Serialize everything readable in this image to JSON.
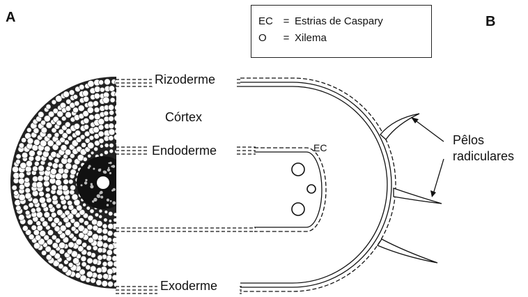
{
  "panels": {
    "a": "A",
    "b": "B"
  },
  "legend": {
    "rows": [
      {
        "abbr": "EC",
        "eq": "=",
        "text": "Estrias de Caspary"
      },
      {
        "abbr": "O",
        "eq": "=",
        "text": "Xilema"
      }
    ]
  },
  "labels": {
    "rizoderme": "Rizoderme",
    "cortex": "Córtex",
    "endoderme": "Endoderme",
    "ec": "EC",
    "exoderme": "Exoderme",
    "pelos_line1": "Pêlos",
    "pelos_line2": "radiculares"
  }
}
